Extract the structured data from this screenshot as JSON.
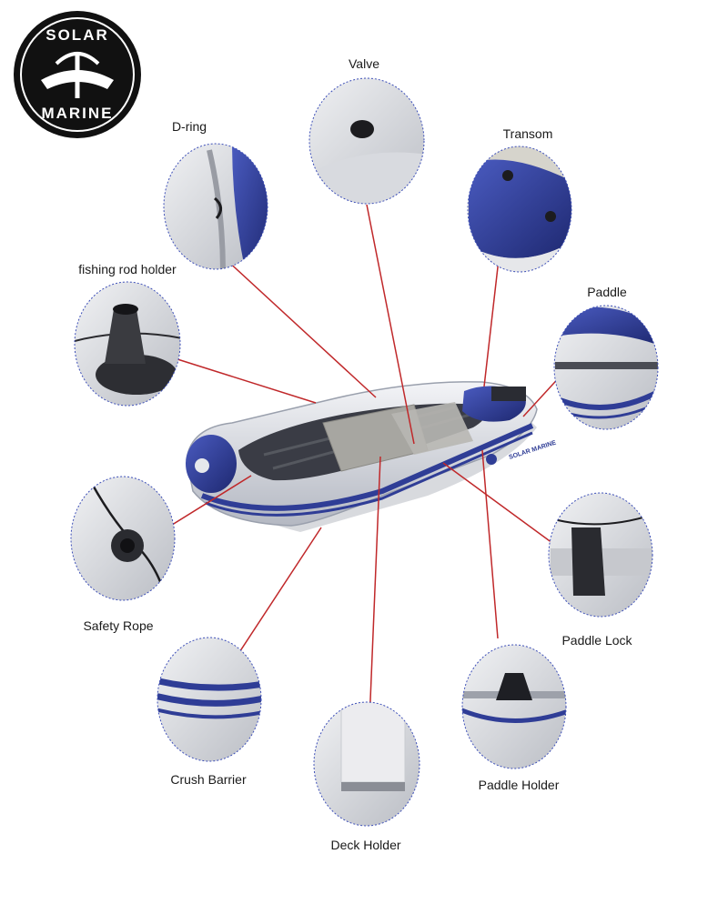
{
  "logo": {
    "top_text": "SOLAR",
    "bottom_text": "MARINE",
    "icon": "boat-hull-logo-icon"
  },
  "boat": {
    "hull_text": "SOLAR MARINE",
    "color_main": "#e6e8ec",
    "color_accent": "#2f3d96"
  },
  "colors": {
    "leader_line": "#c0282a",
    "callout_border": "#3d4fb8",
    "label": "#1a1a1a"
  },
  "features": {
    "valve": "Valve",
    "d_ring": "D-ring",
    "transom": "Transom",
    "fishing_rod_holder": "fishing rod holder",
    "paddle": "Paddle",
    "safety_rope": "Safety Rope",
    "paddle_lock": "Paddle Lock",
    "crush_barrier": "Crush Barrier",
    "paddle_holder": "Paddle Holder",
    "deck_holder": "Deck Holder"
  }
}
